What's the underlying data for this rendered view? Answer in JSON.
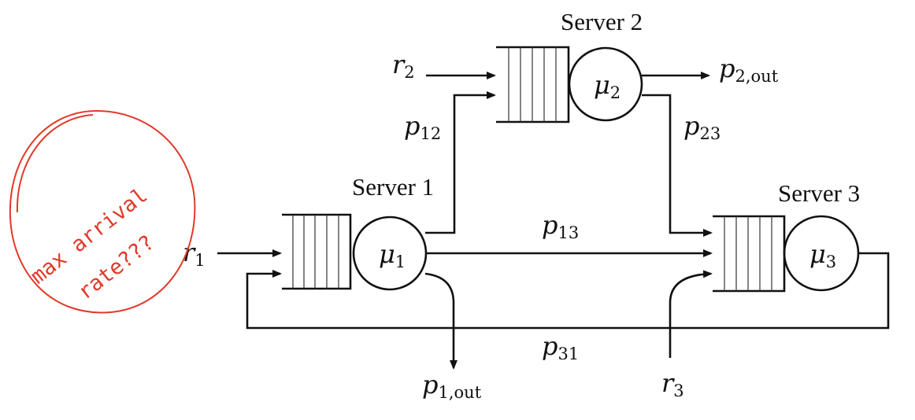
{
  "servers": [
    {
      "title": "Server 1",
      "rate": "μ",
      "rate_sub": "1"
    },
    {
      "title": "Server 2",
      "rate": "μ",
      "rate_sub": "2"
    },
    {
      "title": "Server 3",
      "rate": "μ",
      "rate_sub": "3"
    }
  ],
  "arrivals": {
    "r1": {
      "main": "r",
      "sub": "1"
    },
    "r2": {
      "main": "r",
      "sub": "2"
    },
    "r3": {
      "main": "r",
      "sub": "3"
    }
  },
  "routing": {
    "p12": {
      "main": "p",
      "sub": "12"
    },
    "p13": {
      "main": "p",
      "sub": "13"
    },
    "p23": {
      "main": "p",
      "sub": "23"
    },
    "p31": {
      "main": "p",
      "sub": "31"
    },
    "p1out": {
      "main": "p",
      "sub": "1,out"
    },
    "p2out": {
      "main": "p",
      "sub": "2,out"
    }
  },
  "annotation": {
    "line1": "max arrival",
    "line2": "rate???",
    "color": "#e03a2a"
  }
}
